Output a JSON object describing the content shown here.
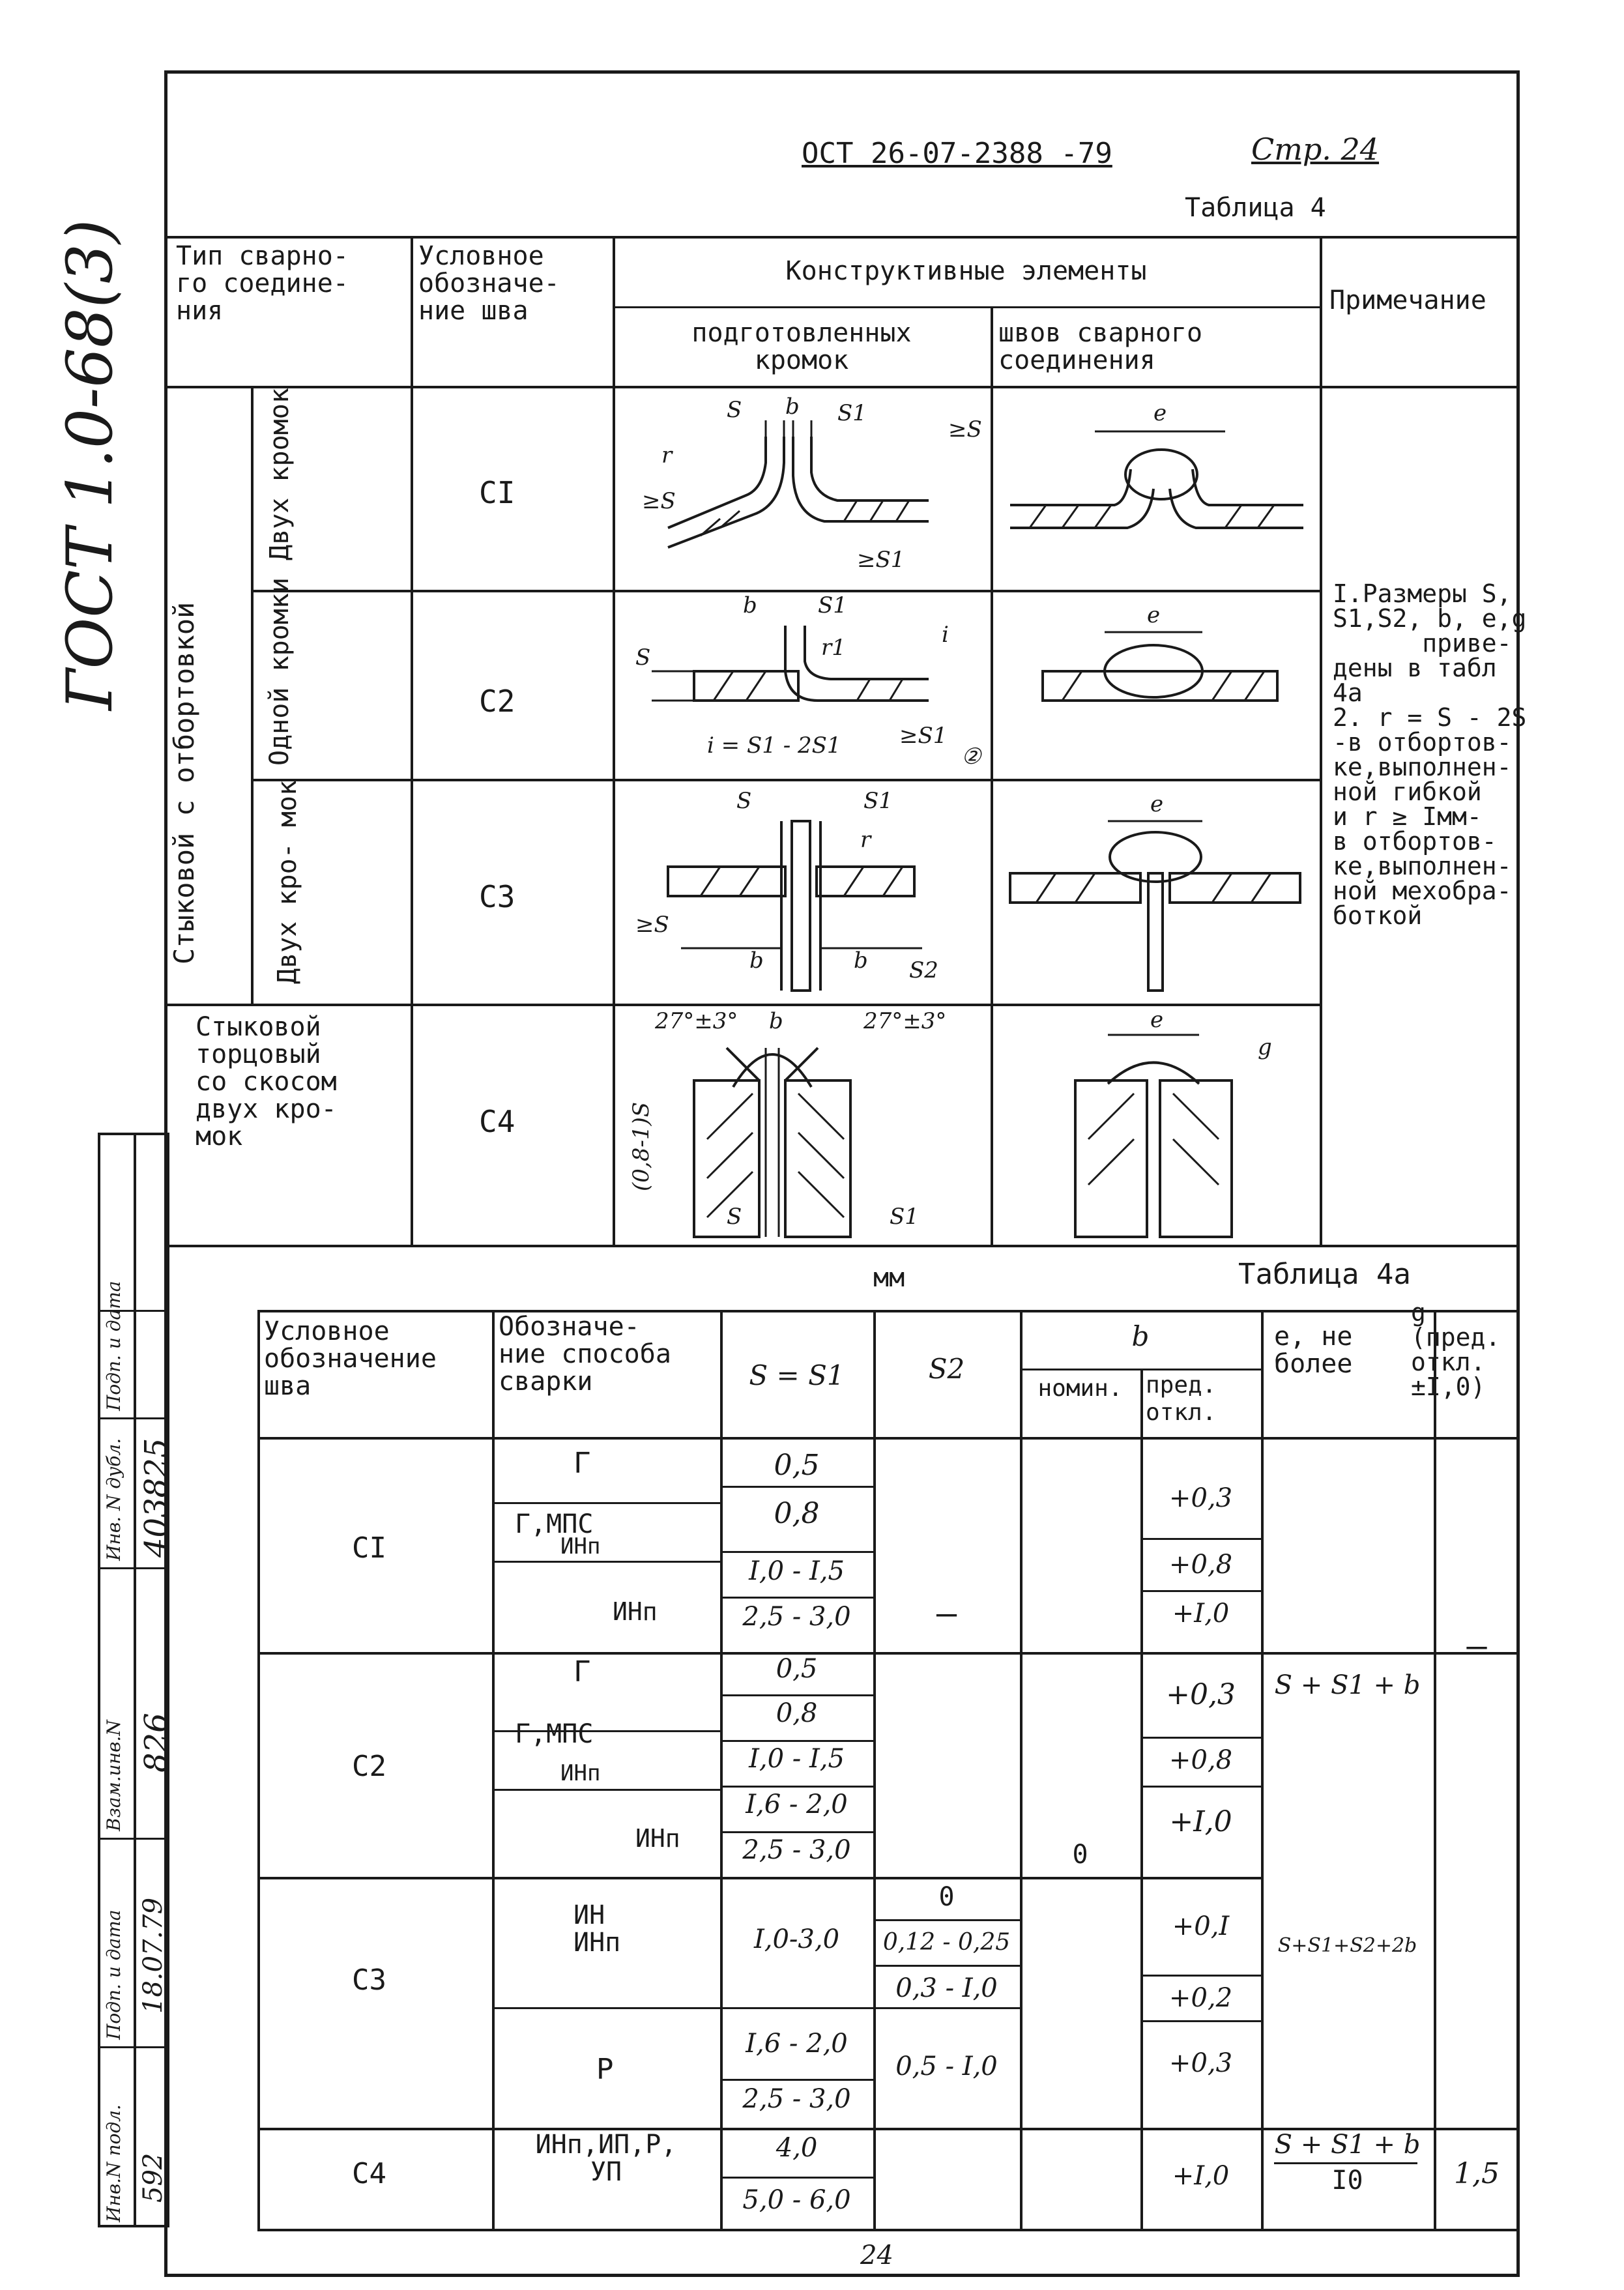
{
  "left_margin": {
    "gost_mark": "ГОСТ 1.0-68(3)",
    "stamp_headers": [
      "Инв.N подл.",
      "Подп. и дата",
      "Взам.инв.N",
      "Инв. N дубл.",
      "Подп. и дата"
    ],
    "stamp_values": [
      "592",
      "18.07.79",
      "826",
      "403825",
      ""
    ]
  },
  "header": {
    "doc_code": "ОСТ 26-07-2388 -79",
    "page_label": "Стр. 24",
    "table_title": "Таблица 4"
  },
  "table4": {
    "col_type": "Тип сварно-\nго соедине-\nния",
    "col_designation": "Условное\nобозначе-\nние шва",
    "col_elements": "Конструктивные элементы",
    "col_prepared": "подготовленных\nкромок",
    "col_seam": "швов сварного\nсоединения",
    "col_note": "Примечание",
    "group_label": "Стыковой с отбортовкой",
    "rows": [
      {
        "subtype": "Двух\nкромок",
        "code": "СI"
      },
      {
        "subtype": "Одной\nкромки",
        "code": "С2"
      },
      {
        "subtype": "Двух кро-\nмок",
        "code": "С3"
      },
      {
        "subtype": "Стыковой\nторцовый\nсо скосом\nдвух кро-\nмок",
        "code": "С4"
      }
    ],
    "note": "I.Размеры S,\nS1,S2, b, e,g\n      приве-\nдены в табл\n4а\n2. r = S - 2S\n-в отбортов-\nке,выполнен-\nной гибкой\nи r ≥ Iмм-\nв отбортов-\nке,выполнен-\nной мехобра-\nботкой",
    "sketch_labels": {
      "c1": [
        "S",
        "b",
        "S1",
        "r",
        "≥S",
        "≥S",
        "≥S1"
      ],
      "c1_seam": [
        "e"
      ],
      "c2": [
        "b",
        "S1",
        "S",
        "r1",
        "i",
        "i = S1 - 2S1",
        "≥S1",
        "②"
      ],
      "c2_seam": [
        "e"
      ],
      "c3": [
        "S",
        "S1",
        "r",
        "≥S",
        "b",
        "b",
        "S2"
      ],
      "c3_seam": [
        "e"
      ],
      "c4": [
        "27°±3°",
        "b",
        "27°±3°",
        "(0,8-1)S",
        "S",
        "S1"
      ],
      "c4_seam": [
        "e",
        "g"
      ]
    }
  },
  "table4a": {
    "unit": "мм",
    "title": "Таблица 4а",
    "headers": {
      "designation": "Условное\nобозначение\nшва",
      "method": "Обозначе-\nние способа\nсварки",
      "s": "S = S1",
      "s2": "S2",
      "b": "b",
      "b_nom": "номин.",
      "b_tol": "пред.\nоткл.",
      "e": "e, не\nболее",
      "g": "g\n(пред.\nоткл.\n±I,0)"
    },
    "cells": {
      "c1_code": "СI",
      "c1_methods": [
        "Г",
        "Г,МПС",
        "ИНп",
        "ИНп"
      ],
      "c1_s": [
        "0,5",
        "0,8",
        "I,0 - I,5",
        "2,5 - 3,0"
      ],
      "c1_tol": [
        "+0,3",
        "+0,8",
        "+I,0"
      ],
      "c2_code": "С2",
      "c2_methods": [
        "Г",
        "Г,МПС",
        "ИНп",
        "ИНп"
      ],
      "c2_s": [
        "0,5",
        "0,8",
        "I,0 - I,5",
        "I,6 - 2,0",
        "2,5 - 3,0"
      ],
      "c2_tol": [
        "+0,3",
        "+0,8",
        "+I,0"
      ],
      "c12_s2": "–",
      "c12_e": "S + S1 + b",
      "c12_g": "–",
      "b_nom_value": "0",
      "c3_code": "С3",
      "c3_methods": [
        "ИН\nИНп",
        "Р"
      ],
      "c3_s": [
        "I,0-3,0",
        "I,6 - 2,0",
        "2,5 - 3,0"
      ],
      "c3_s2": [
        "0",
        "0,12 - 0,25",
        "0,3 - I,0",
        "0,5 - I,0"
      ],
      "c3_tol": [
        "+0,I",
        "+0,2",
        "+0,3"
      ],
      "c3_e": "S+S1+S2+2b",
      "c4_code": "С4",
      "c4_methods": "ИНп,ИП,Р,\nУП",
      "c4_s": [
        "4,0",
        "5,0 - 6,0"
      ],
      "c4_tol": "+I,0",
      "c4_e_num": "S + S1 + b",
      "c4_e_den": "I0",
      "c4_g": "1,5"
    }
  },
  "footer": {
    "page_number": "24"
  }
}
